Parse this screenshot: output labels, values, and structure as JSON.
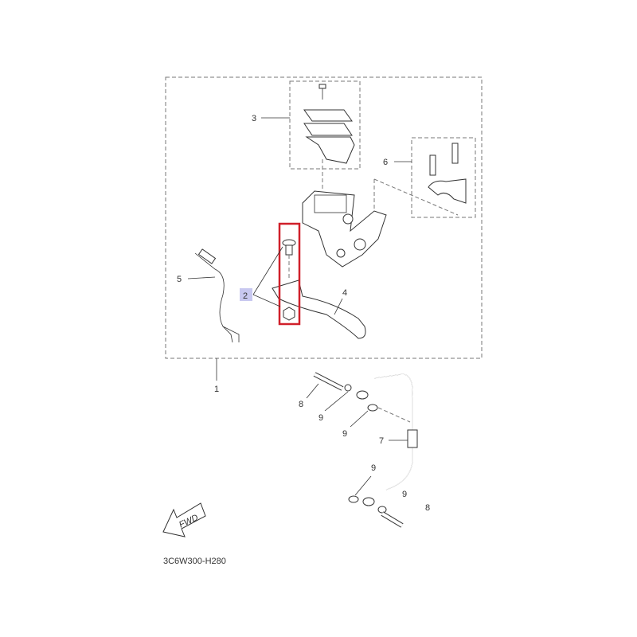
{
  "diagram": {
    "code": "3C6W300-H280",
    "fwd_label": "FWD",
    "highlight_color": "#d0202a",
    "callouts": {
      "assembly": "1",
      "bolt_nut": "2",
      "reservoir_cap": "3",
      "lever": "4",
      "switch": "5",
      "holder": "6",
      "brake_hose": "7",
      "union_bolt_top": "8",
      "union_bolt_bottom": "8",
      "gasket_a": "9",
      "gasket_b": "9",
      "gasket_c": "9",
      "gasket_d": "9"
    }
  }
}
